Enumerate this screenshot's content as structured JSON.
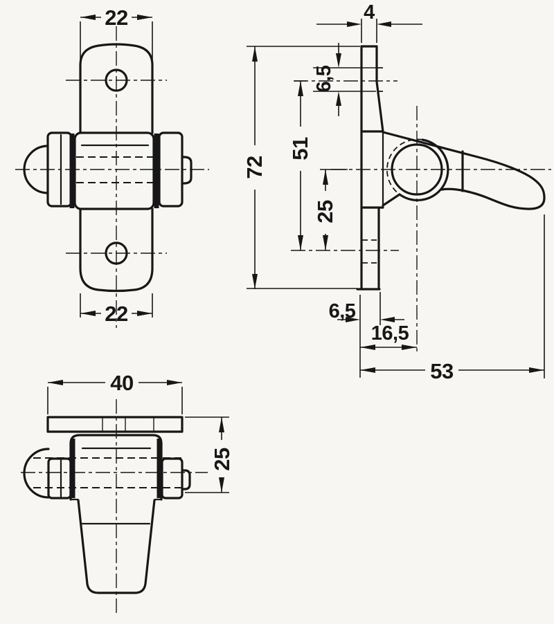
{
  "drawing": {
    "kind": "technical-drawing-3-views",
    "ink_color": "#171717",
    "paper_color": "#f7f6f3"
  },
  "views": {
    "front": {
      "top_width": "22",
      "bottom_width": "22"
    },
    "side": {
      "plate_thickness": "4",
      "slot_height": "6,5",
      "overall_height": "72",
      "hole_spacing": "51",
      "pivot_to_base": "25",
      "foot_depth": "6,5",
      "pivot_offset": "16,5",
      "overall_depth": "53"
    },
    "bottom": {
      "overall_width": "40",
      "body_depth": "25"
    }
  }
}
